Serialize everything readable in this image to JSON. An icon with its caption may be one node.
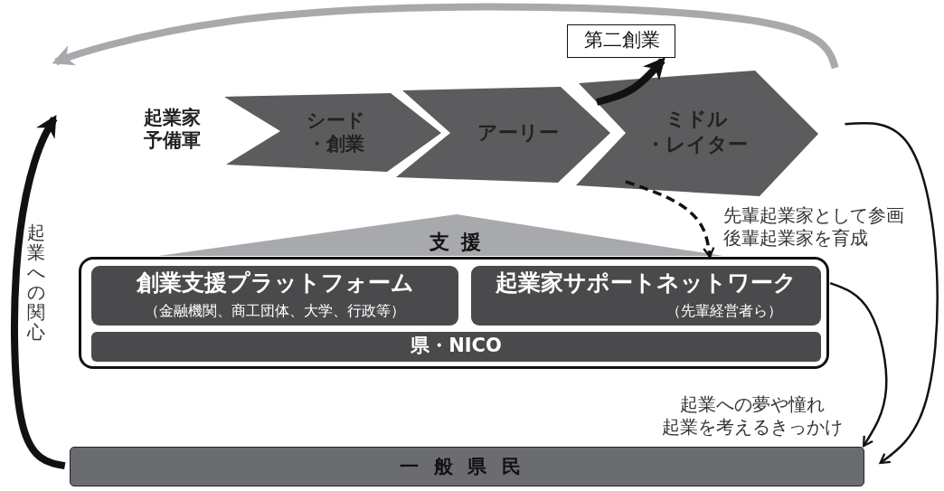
{
  "diagram": {
    "nodes": [
      {
        "text": [
          "起業家予備軍"
        ]
      },
      {
        "text": [
          "シード・創業"
        ]
      },
      {
        "text": [
          "アーリー"
        ]
      },
      {
        "text": [
          "ミドル・レイター"
        ]
      },
      {
        "text": [
          "第二創業"
        ]
      },
      {
        "text": [
          "支援"
        ]
      },
      {
        "text": [],
        "shape": "box"
      },
      {
        "text": [
          "創業支援プラットフォーム",
          "（金融機関、商工団体、大学、行政等）"
        ],
        "in": 6
      },
      {
        "text": [
          "起業家サポートネットワーク",
          "（先輩経営者ら）"
        ],
        "in": 6
      },
      {
        "text": [
          "県・NICO"
        ],
        "in": 6
      },
      {
        "text": [
          "一般県民"
        ]
      }
    ],
    "edges": [
      {
        "from": 3,
        "to": 4,
        "arrow": "to",
        "style": "thick"
      },
      {
        "from": 3,
        "to": 0,
        "arrow": "to",
        "style": "thick",
        "color": "#a7a9ac"
      },
      {
        "from": 3,
        "to": 6,
        "arrow": "to",
        "style": "dashed",
        "label": "先輩起業家として参画後輩起業家を育成"
      },
      {
        "from": 3,
        "to": 10,
        "arrow": "to"
      },
      {
        "from": 8,
        "to": 10,
        "arrow": "to",
        "label": "起業への夢や憧れ起業を考えるきっかけ"
      },
      {
        "from": 10,
        "to": 0,
        "arrow": "to",
        "style": "thick",
        "label": "起業への関心"
      }
    ]
  }
}
